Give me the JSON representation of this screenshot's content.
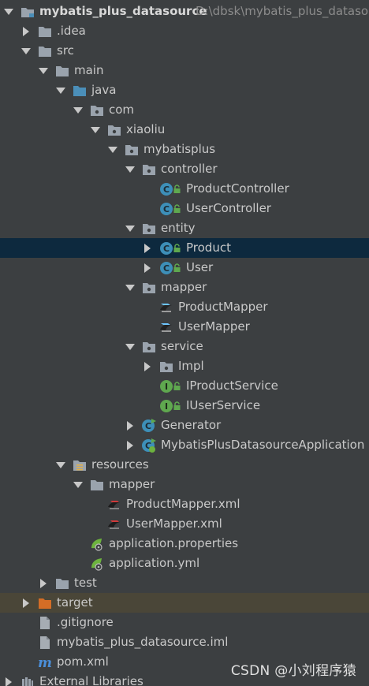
{
  "tree": [
    {
      "indent": 0,
      "arrow": "down",
      "icon": "module-folder-icon",
      "label": "mybatis_plus_datasource",
      "bold": true,
      "path": "D:\\dbsk\\mybatis_plus_datasou"
    },
    {
      "indent": 1,
      "arrow": "right",
      "icon": "folder-icon",
      "label": ".idea"
    },
    {
      "indent": 1,
      "arrow": "down",
      "icon": "folder-icon",
      "label": "src"
    },
    {
      "indent": 2,
      "arrow": "down",
      "icon": "folder-icon",
      "label": "main"
    },
    {
      "indent": 3,
      "arrow": "down",
      "icon": "source-folder-icon",
      "label": "java"
    },
    {
      "indent": 4,
      "arrow": "down",
      "icon": "package-icon",
      "label": "com"
    },
    {
      "indent": 5,
      "arrow": "down",
      "icon": "package-icon",
      "label": "xiaoliu"
    },
    {
      "indent": 6,
      "arrow": "down",
      "icon": "package-icon",
      "label": "mybatisplus"
    },
    {
      "indent": 7,
      "arrow": "down",
      "icon": "package-icon",
      "label": "controller"
    },
    {
      "indent": 8,
      "arrow": "none",
      "icon": "class-icon",
      "label": "ProductController",
      "lock": true
    },
    {
      "indent": 8,
      "arrow": "none",
      "icon": "class-icon",
      "label": "UserController",
      "lock": true
    },
    {
      "indent": 7,
      "arrow": "down",
      "icon": "package-icon",
      "label": "entity"
    },
    {
      "indent": 8,
      "arrow": "right",
      "icon": "class-icon",
      "label": "Product",
      "lock": true,
      "selected": true
    },
    {
      "indent": 8,
      "arrow": "right",
      "icon": "class-icon",
      "label": "User",
      "lock": true
    },
    {
      "indent": 7,
      "arrow": "down",
      "icon": "package-icon",
      "label": "mapper"
    },
    {
      "indent": 8,
      "arrow": "none",
      "icon": "mapper-icon",
      "label": "ProductMapper"
    },
    {
      "indent": 8,
      "arrow": "none",
      "icon": "mapper-icon",
      "label": "UserMapper"
    },
    {
      "indent": 7,
      "arrow": "down",
      "icon": "package-icon",
      "label": "service"
    },
    {
      "indent": 8,
      "arrow": "right",
      "icon": "package-icon",
      "label": "Impl"
    },
    {
      "indent": 8,
      "arrow": "none",
      "icon": "interface-icon",
      "label": "IProductService",
      "lock": true
    },
    {
      "indent": 8,
      "arrow": "none",
      "icon": "interface-icon",
      "label": "IUserService",
      "lock": true
    },
    {
      "indent": 7,
      "arrow": "right",
      "icon": "runnable-class-icon",
      "label": "Generator"
    },
    {
      "indent": 7,
      "arrow": "right",
      "icon": "spring-boot-class-icon",
      "label": "MybatisPlusDatasourceApplication"
    },
    {
      "indent": 3,
      "arrow": "down",
      "icon": "resources-folder-icon",
      "label": "resources"
    },
    {
      "indent": 4,
      "arrow": "down",
      "icon": "folder-icon",
      "label": "mapper"
    },
    {
      "indent": 5,
      "arrow": "none",
      "icon": "xml-mapper-icon",
      "label": "ProductMapper.xml"
    },
    {
      "indent": 5,
      "arrow": "none",
      "icon": "xml-mapper-icon",
      "label": "UserMapper.xml"
    },
    {
      "indent": 4,
      "arrow": "none",
      "icon": "spring-properties-icon",
      "label": "application.properties"
    },
    {
      "indent": 4,
      "arrow": "none",
      "icon": "spring-properties-icon",
      "label": "application.yml"
    },
    {
      "indent": 2,
      "arrow": "right",
      "icon": "folder-icon",
      "label": "test"
    },
    {
      "indent": 1,
      "arrow": "right",
      "icon": "excluded-folder-icon",
      "label": "target",
      "target": true
    },
    {
      "indent": 1,
      "arrow": "none",
      "icon": "file-icon",
      "label": ".gitignore"
    },
    {
      "indent": 1,
      "arrow": "none",
      "icon": "file-icon",
      "label": "mybatis_plus_datasource.iml"
    },
    {
      "indent": 1,
      "arrow": "none",
      "icon": "maven-icon",
      "label": "pom.xml"
    },
    {
      "indent": 0,
      "arrow": "right",
      "icon": "library-icon",
      "label": "External Libraries",
      "ext": true
    }
  ],
  "watermark": "CSDN @小刘程序猿",
  "colors": {
    "background": "#3c3f41",
    "selected": "#0d293e",
    "excluded_row": "#4a4638",
    "class_icon": "#3d8fb8",
    "interface_icon": "#5fa84f",
    "folder": "#9aa3ad",
    "source_folder": "#4b8fb9",
    "excluded_folder": "#d46d26"
  }
}
